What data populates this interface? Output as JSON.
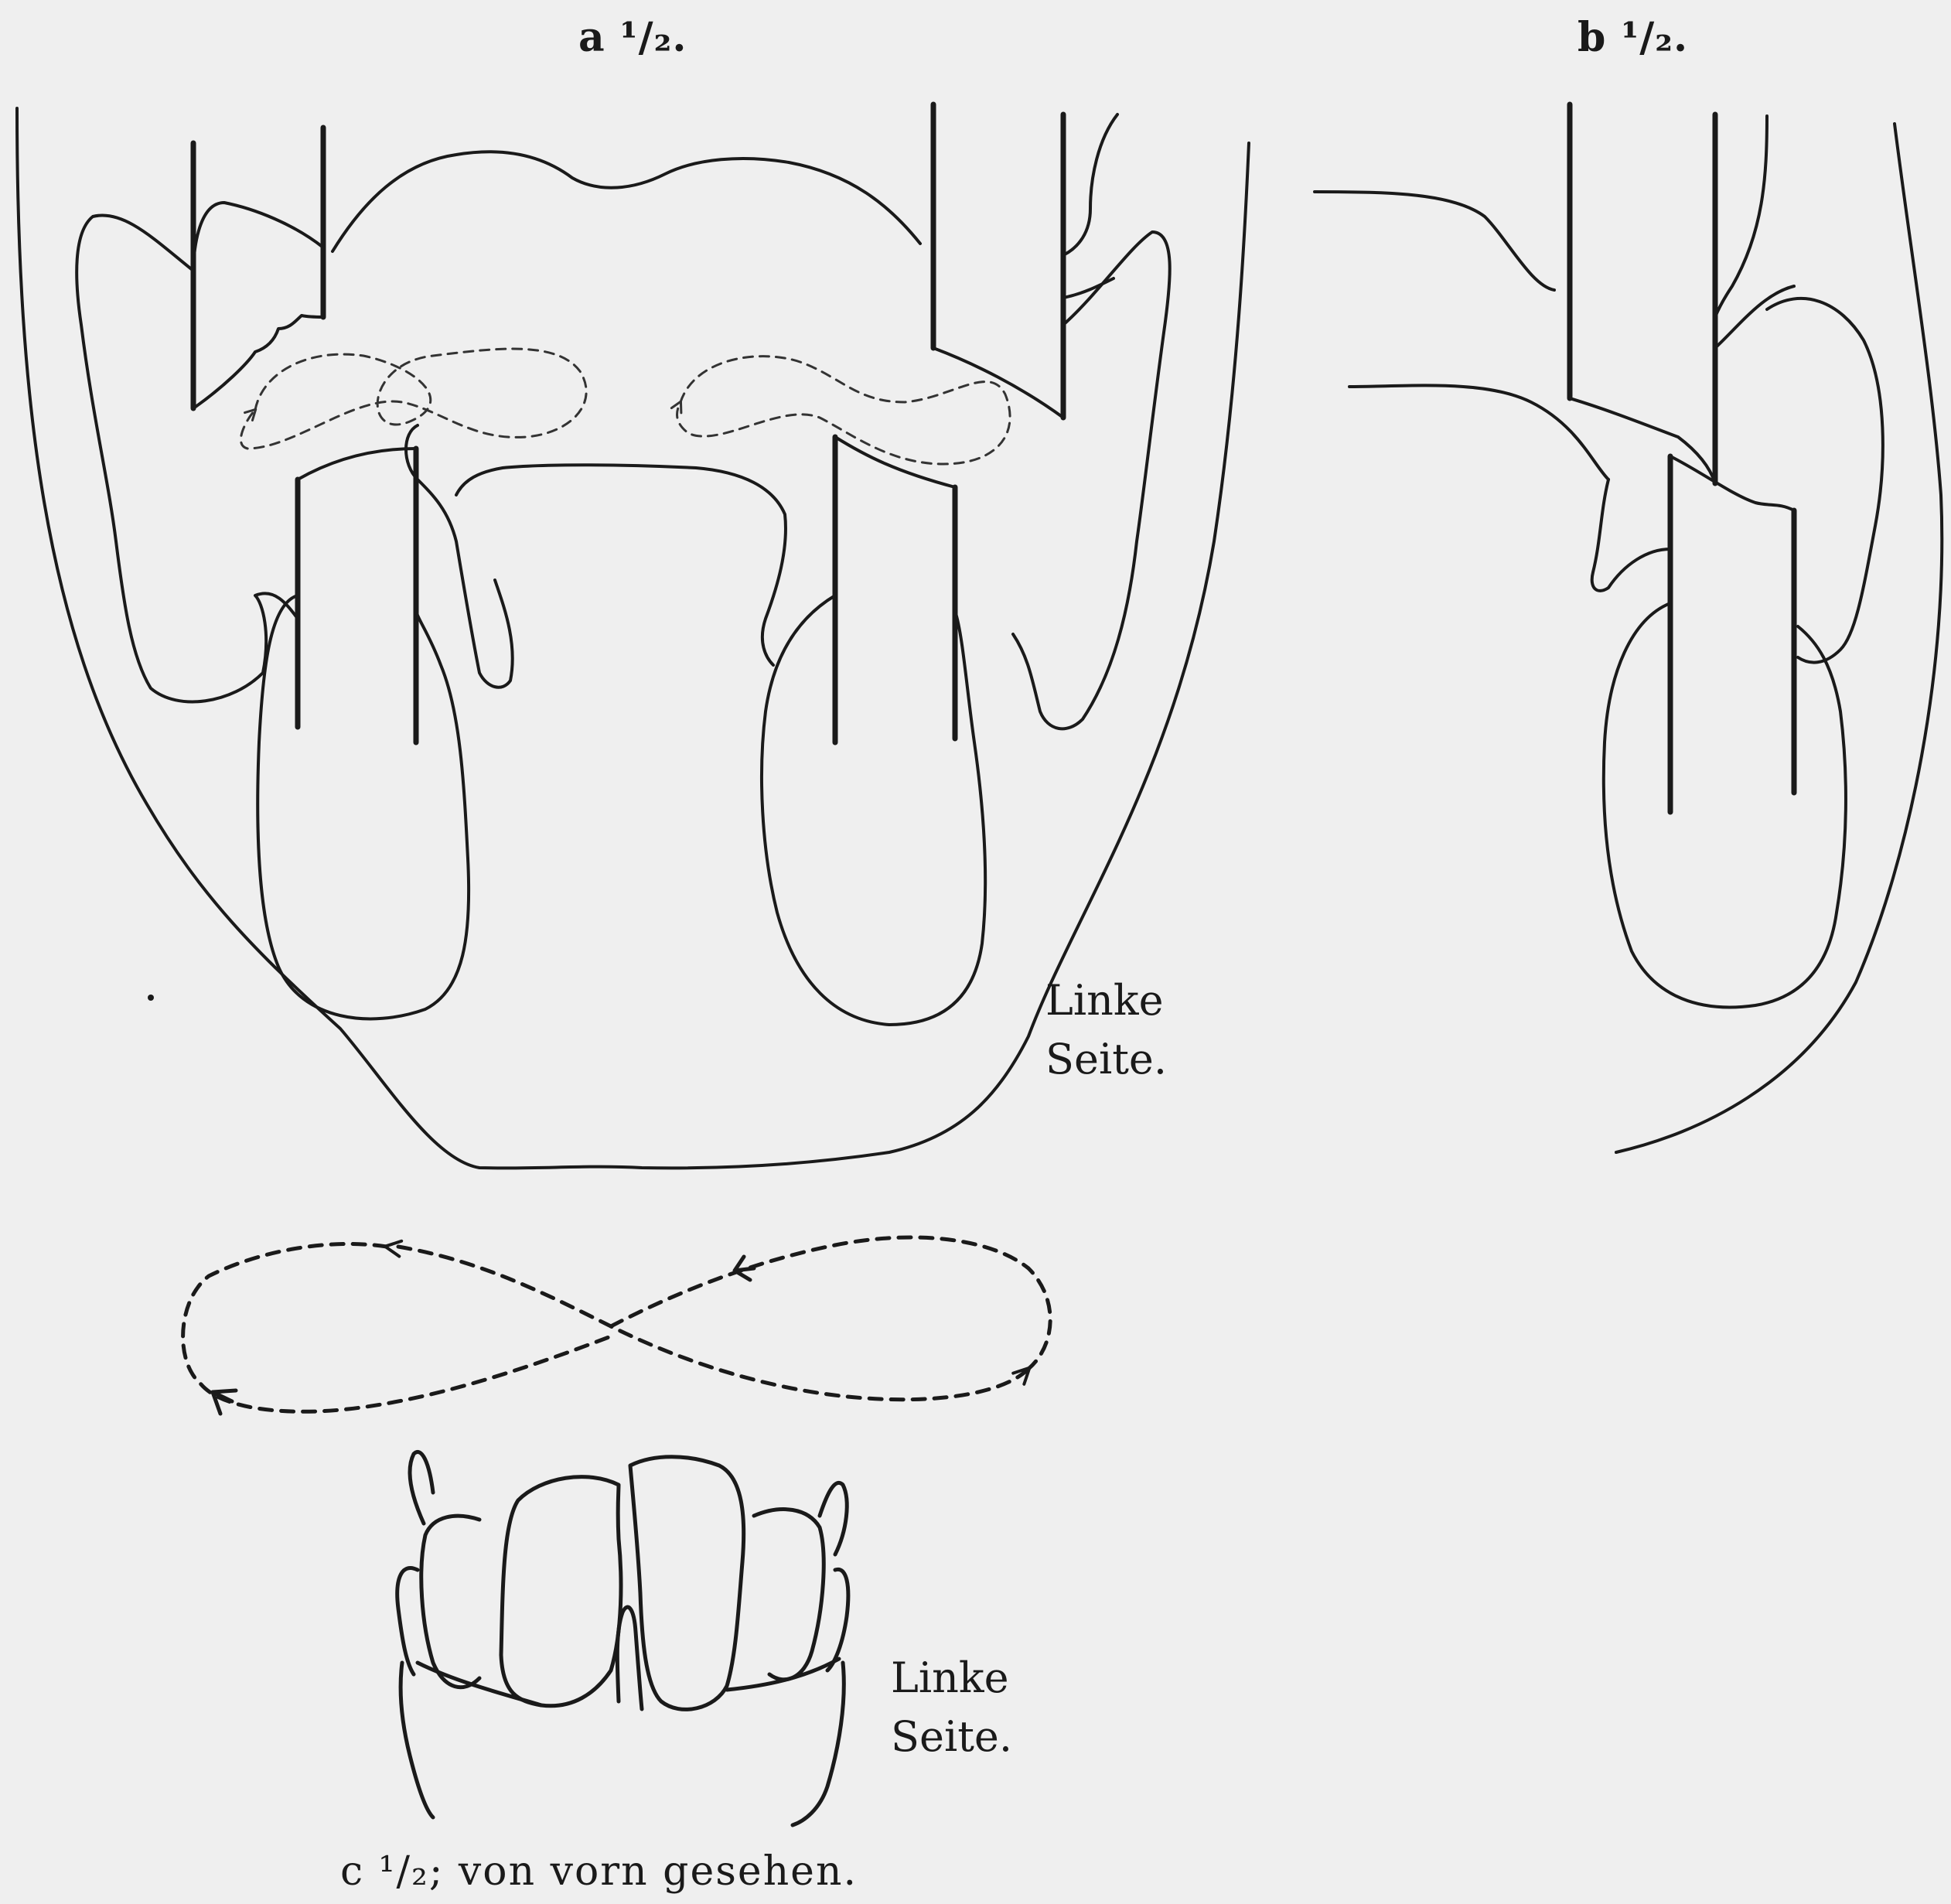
{
  "figures": {
    "a": {
      "label": "a ¹/₂."
    },
    "b": {
      "label": "b ¹/₂."
    },
    "c": {
      "caption": "c ¹/₂; von vorn gesehen."
    }
  },
  "side_labels": {
    "a_line1": "Linke",
    "a_line2": "Seite.",
    "c_line1": "Linke",
    "c_line2": "Seite."
  },
  "colors": {
    "ink": "#1a1a1a",
    "paper": "#efefef"
  }
}
